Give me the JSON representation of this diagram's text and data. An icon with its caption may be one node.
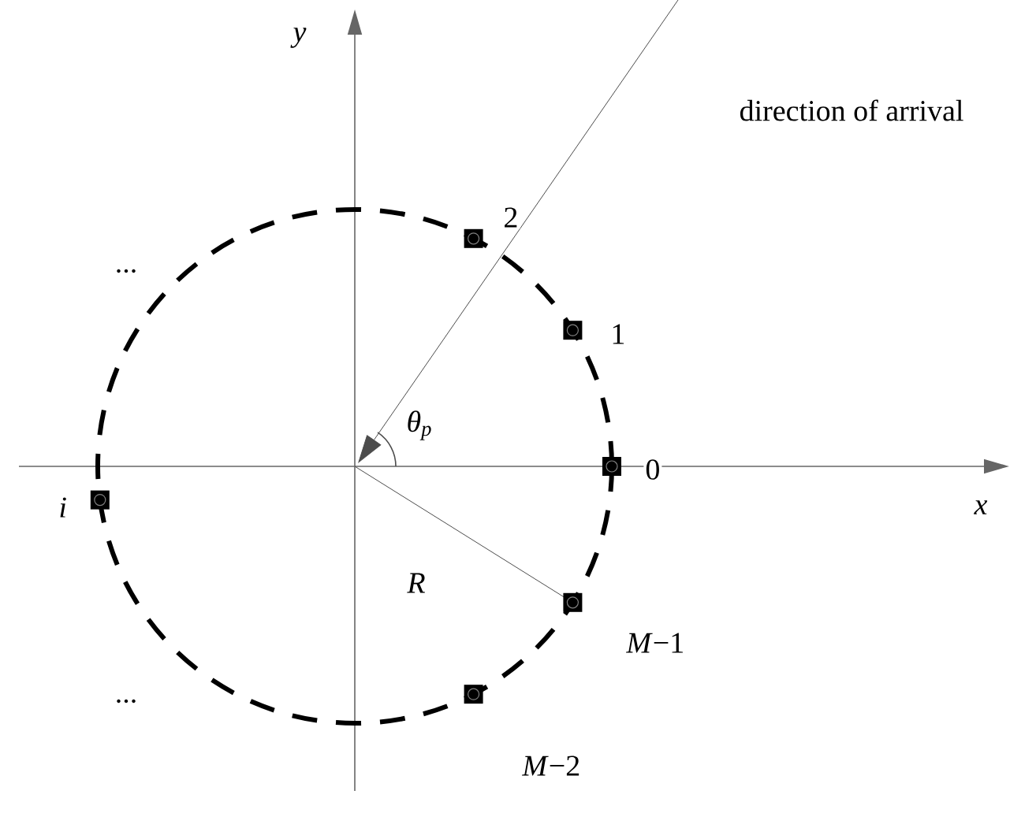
{
  "diagram": {
    "nodes": [
      {
        "text": [],
        "shape": "box",
        "beside": [
          "0"
        ]
      },
      {
        "text": [],
        "shape": "box",
        "beside": [
          "1"
        ]
      },
      {
        "text": [],
        "shape": "box",
        "beside": [
          "2"
        ]
      },
      {
        "text": [],
        "shape": "box",
        "beside": [
          "i"
        ]
      },
      {
        "text": [],
        "shape": "box",
        "beside": [
          "*M*−1"
        ]
      },
      {
        "text": [],
        "shape": "box",
        "beside": [
          "*M*−2"
        ]
      }
    ],
    "labels": [
      "y",
      "direction of arrival",
      "...",
      "θ$_{p}$",
      "x",
      "R",
      "..."
    ]
  }
}
